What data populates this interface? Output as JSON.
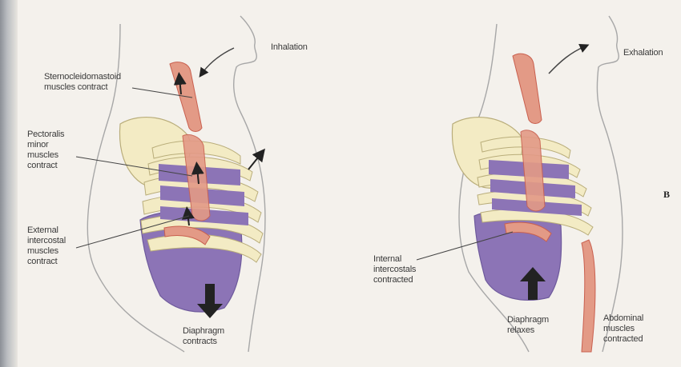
{
  "labels": {
    "inhalation": "Inhalation",
    "exhalation": "Exhalation",
    "scm": [
      "Sternocleidomastoid",
      "muscles contract"
    ],
    "pectoralis": [
      "Pectoralis",
      "minor",
      "muscles",
      "contract"
    ],
    "external_intercostal": [
      "External",
      "intercostal",
      "muscles",
      "contract"
    ],
    "diaphragm_contracts": [
      "Diaphragm",
      "contracts"
    ],
    "internal_intercostals": [
      "Internal",
      "intercostals",
      "contracted"
    ],
    "diaphragm_relaxes": [
      "Diaphragm",
      "relaxes"
    ],
    "abdominal": [
      "Abdominal",
      "muscles",
      "contracted"
    ],
    "panel_mark": "B"
  },
  "colors": {
    "skin_outline": "#9a9a9a",
    "bone": "#f3ebc4",
    "bone_outline": "#b9ad7a",
    "lung": "#8c74b6",
    "lung_dark": "#6e5a9c",
    "muscle": "#e39a86",
    "muscle_dark": "#c9604f",
    "arrow": "#222222"
  },
  "icons": [
    "up-arrow-icon",
    "down-arrow-icon",
    "airflow-arrow-icon"
  ]
}
